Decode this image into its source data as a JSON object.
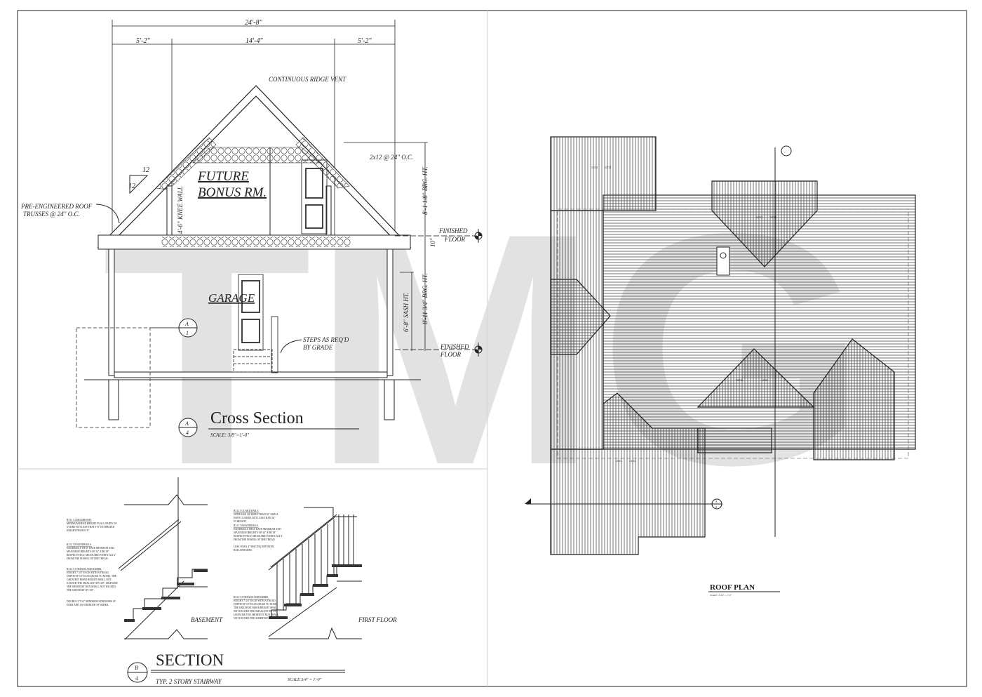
{
  "watermark": "TMG",
  "cross_section": {
    "title": "Cross Section",
    "scale": "SCALE: 3/8\"=1'-0\"",
    "callout": {
      "letter": "A",
      "sheet": "4"
    },
    "section_marker": {
      "letter": "A",
      "sheet": "1"
    },
    "dimensions": {
      "overall": "24'-8\"",
      "left": "5'-2\"",
      "center": "14'-4\"",
      "right": "5'-2\""
    },
    "pitch": {
      "run": "12",
      "rise": "12"
    },
    "labels": {
      "ridge_vent": "CONTINUOUS RIDGE VENT",
      "rafters": "2x12 @ 24\" O.C.",
      "trusses_1": "PRE-ENGINEERED ROOF",
      "trusses_2": "TRUSSES @ 24\" O.C.",
      "knee_wall": "4'-6\" KNEE WALL",
      "room_upper_1": "FUTURE",
      "room_upper_2": "BONUS RM.",
      "room_lower": "GARAGE",
      "upper_brg_ht": "8'-1 1/8\" BRG. HT.",
      "floor_thickness": "10\"",
      "finished_floor_1a": "FINISHED",
      "finished_floor_1b": "FLOOR",
      "steps_1": "STEPS AS REQ'D",
      "steps_2": "BY GRADE",
      "sash_ht": "6'-8\" SASH HT.",
      "lower_brg_ht": "8'-11 3/4\" BRG. HT.",
      "finished_floor_2a": "FINISHED",
      "finished_floor_2b": "FLOOR"
    }
  },
  "stair_section": {
    "title": "SECTION",
    "subtitle": "TYP. 2 STORY STAIRWAY",
    "scale": "SCALE 3/4\" = 1'-0\"",
    "callout": {
      "letter": "B",
      "sheet": "4"
    },
    "basement_label": "BASEMENT",
    "first_floor_label": "FIRST FLOOR",
    "basement_notes": [
      {
        "head": "R311.7.2 HEADROOM.",
        "body": [
          "MINIMUM HEAD HEIGHT IN ALL PARTS OF",
          "STAIRS NOT LESS THAT 6'-8\" ESTIMATED",
          "HEIGHT FROM 6'-8\"."
        ]
      },
      {
        "head": "R311.7.8 HANDRAILS.",
        "body": [
          "HANDRAILS THAT HAVE MINIMUM AND",
          "MAXIMUM HEIGHTS OF 34\" AND 38\"",
          "RESPECTIVELY, MEASURED VERTICALLY",
          "FROM THE NOSING OF THE TREAD."
        ]
      },
      {
        "head": "R311.7.5 TREADS AND RISERS.",
        "body": [
          "HEIGHT 7 3/4\" EACH WITH A TREAD",
          "DEPTH OF 10\" EACH (NOSE TO NOSE). THE",
          "GREATEST RISER HEIGHT SHALL NOT",
          "EXCEED THE SMALLEST BY 3/8\". LIKEWISE",
          "THE SHORTEST RUN SHALL NOT EXCEED",
          "THE GREATEST BY 3/8\"."
        ]
      },
      {
        "head": "",
        "body": [
          "DOUBLE 2\"X12\" MINIMUM STRINGERS AT",
          "ENDS AND (3) STRINGER AT WIDER."
        ]
      }
    ],
    "first_floor_notes": [
      {
        "head": "R312.1 GUARD RAILS.",
        "body": [
          "WITH RISE OF MORE THAN 30\" SHALL",
          "HAVE GUARDS NOT LESS THAN 36\"",
          "IN HEIGHT."
        ]
      },
      {
        "head": "R311.7.8 HANDRAILS.",
        "body": [
          "HANDRAILS THAT HAVE MINIMUM AND",
          "MAXIMUM HEIGHTS OF 34\" AND 38\"",
          "RESPECTIVELY, MEASURED VERTICALLY",
          "FROM THE NOSING OF THE TREAD.",
          "",
          "LESS THAN 4\" SPACING BETWEEN",
          "BALUSTRADES."
        ]
      },
      {
        "head": "R311.7.5 TREADS AND RISERS.",
        "body": [
          "HEIGHT 7 3/4\" EACH WITH A TREAD",
          "DEPTH OF 10\" EACH (NOSE TO NOSE).",
          "THE GREATEST RISER HEIGHT SHALL",
          "NOT EXCEED THE SMALLEST BY 3/8\".",
          "LIKEWISE THE SHORTEST RUN SHALL",
          "NOT EXCEED THE SHORTEST BY 3/8\"."
        ]
      }
    ]
  },
  "roof_plan": {
    "title": "ROOF PLAN",
    "scale": "SCALE: 3/16\" = 1'-0\"",
    "section_marker": {
      "letter": "A",
      "sheet": "4"
    },
    "pitch_labels": [
      "12/12",
      "12/12",
      "12/12",
      "12/12",
      "12/12",
      "12/12",
      "12/12",
      "12/12"
    ]
  }
}
